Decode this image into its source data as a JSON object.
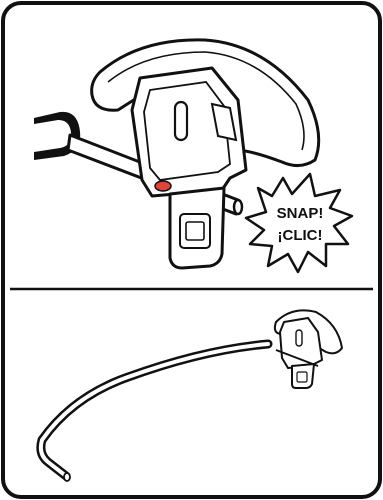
{
  "panels": {
    "top": {
      "callout": {
        "line1": "SNAP!",
        "line2": "¡CLIC!"
      }
    },
    "bottom": {}
  },
  "colors": {
    "stroke": "#111111",
    "background": "#ffffff",
    "indicator": "#e0443a"
  },
  "icons": [
    "hand-icon",
    "bar-icon",
    "clip-icon",
    "latch-icon",
    "indicator-dot",
    "burst-callout"
  ]
}
